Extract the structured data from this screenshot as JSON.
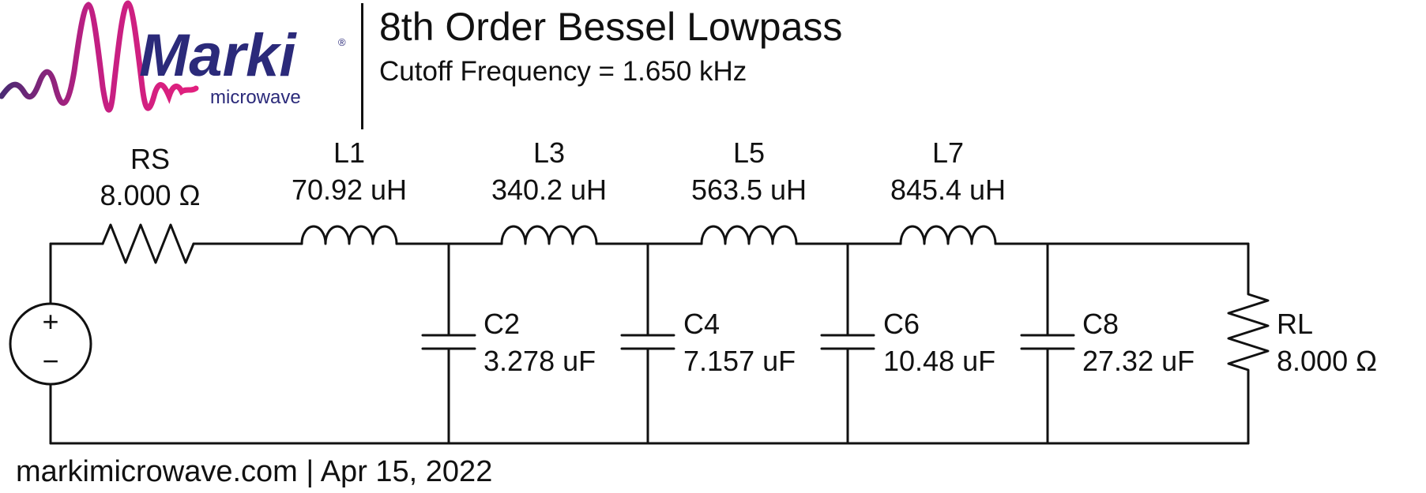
{
  "header": {
    "title": "8th Order Bessel Lowpass",
    "subtitle": "Cutoff Frequency = 1.650 kHz"
  },
  "logo": {
    "brand": "Marki",
    "registered": "®",
    "tagline": "microwave",
    "colors": {
      "brand_text": "#2b2a7a",
      "wave_start": "#4a2a73",
      "wave_end": "#e2207e"
    }
  },
  "schematic": {
    "source": {
      "plus": "+",
      "minus": "−"
    },
    "components": [
      {
        "ref": "RS",
        "value": "8.000 Ω"
      },
      {
        "ref": "L1",
        "value": "70.92 uH"
      },
      {
        "ref": "L3",
        "value": "340.2 uH"
      },
      {
        "ref": "L5",
        "value": "563.5 uH"
      },
      {
        "ref": "L7",
        "value": "845.4 uH"
      },
      {
        "ref": "C2",
        "value": "3.278 uF"
      },
      {
        "ref": "C4",
        "value": "7.157 uF"
      },
      {
        "ref": "C6",
        "value": "10.48 uF"
      },
      {
        "ref": "C8",
        "value": "27.32 uF"
      },
      {
        "ref": "RL",
        "value": "8.000 Ω"
      }
    ]
  },
  "footer": {
    "text": "markimicrowave.com | Apr 15, 2022"
  }
}
